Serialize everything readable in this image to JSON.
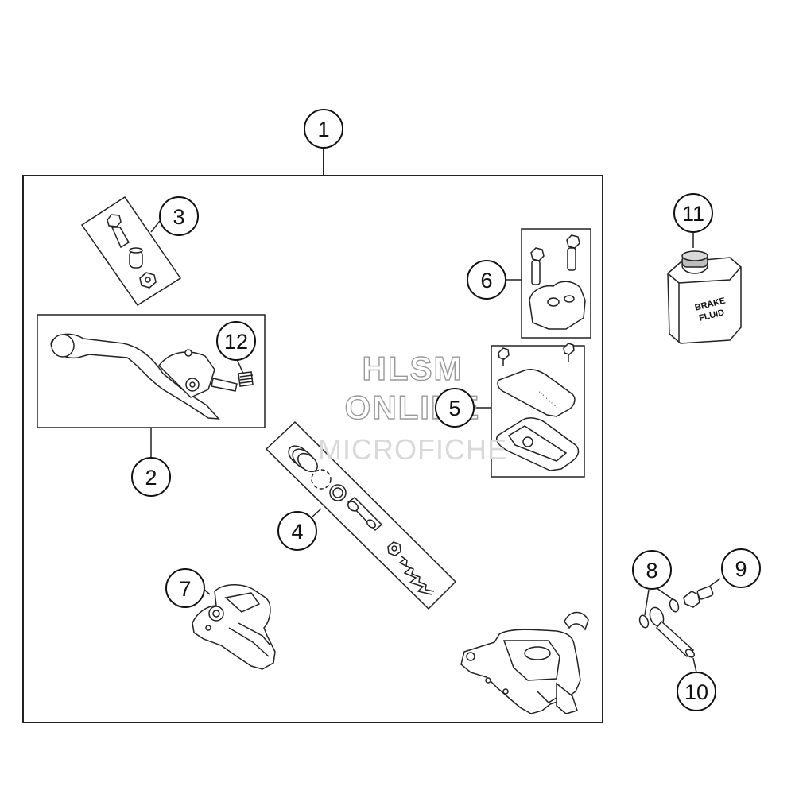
{
  "diagram": {
    "callouts": [
      "1",
      "2",
      "3",
      "4",
      "5",
      "6",
      "7",
      "8",
      "9",
      "10",
      "11",
      "12"
    ],
    "fluid_label": {
      "line1": "BRAKE",
      "line2": "FLUID"
    },
    "watermark": {
      "line1": "HLSM",
      "line2": "ONLINE",
      "line3": "MICROFICHE"
    }
  }
}
